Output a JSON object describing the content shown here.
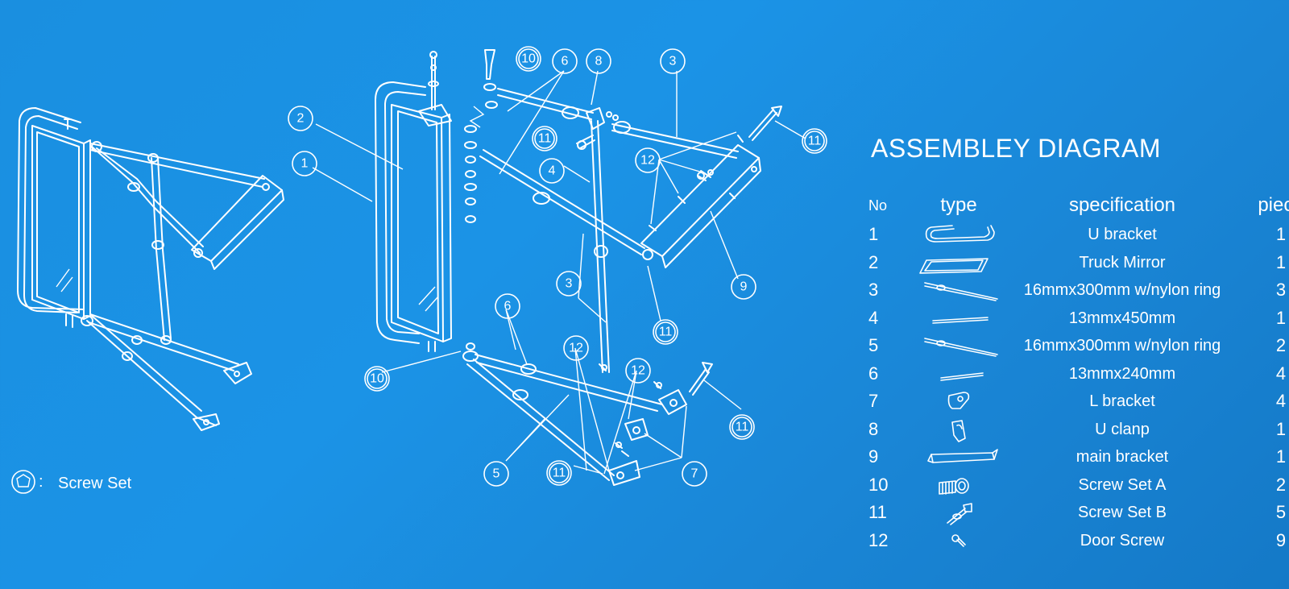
{
  "title": "ASSEMBLEY DIAGRAM",
  "legend": {
    "label": "Screw Set",
    "separator": ":"
  },
  "table": {
    "headers": {
      "no": "No",
      "type": "type",
      "spec": "specification",
      "piece": "piece"
    },
    "rows": [
      {
        "no": "1",
        "icon": "u-bracket-icon",
        "spec": "U bracket",
        "piece": "1"
      },
      {
        "no": "2",
        "icon": "truck-mirror-icon",
        "spec": "Truck Mirror",
        "piece": "1"
      },
      {
        "no": "3",
        "icon": "rod-with-ring-icon",
        "spec": "16mmx300mm w/nylon ring",
        "piece": "3"
      },
      {
        "no": "4",
        "icon": "rod-icon",
        "spec": "13mmx450mm",
        "piece": "1"
      },
      {
        "no": "5",
        "icon": "rod-with-ring-icon",
        "spec": "16mmx300mm w/nylon ring",
        "piece": "2"
      },
      {
        "no": "6",
        "icon": "short-rod-icon",
        "spec": "13mmx240mm",
        "piece": "4"
      },
      {
        "no": "7",
        "icon": "l-bracket-icon",
        "spec": "L bracket",
        "piece": "4"
      },
      {
        "no": "8",
        "icon": "u-clamp-icon",
        "spec": "U clanp",
        "piece": "1"
      },
      {
        "no": "9",
        "icon": "main-bracket-icon",
        "spec": "main bracket",
        "piece": "1"
      },
      {
        "no": "10",
        "icon": "screw-set-a-icon",
        "spec": "Screw Set A",
        "piece": "2"
      },
      {
        "no": "11",
        "icon": "screw-set-b-icon",
        "spec": "Screw Set B",
        "piece": "5"
      },
      {
        "no": "12",
        "icon": "door-screw-icon",
        "spec": "Door Screw",
        "piece": "9"
      }
    ]
  },
  "callouts": {
    "c1": "1",
    "c2": "2",
    "c3a": "3",
    "c3b": "3",
    "c4": "4",
    "c5": "5",
    "c6a": "6",
    "c6b": "6",
    "c7": "7",
    "c8": "8",
    "c9": "9",
    "c10a": "10",
    "c10b": "10",
    "c11a": "11",
    "c11b": "11",
    "c11c": "11",
    "c11d": "11",
    "c11e": "11",
    "c12a": "12",
    "c12b": "12",
    "c12c": "12"
  },
  "colors": {
    "background": "#1a8fe0",
    "line": "#ffffff"
  }
}
